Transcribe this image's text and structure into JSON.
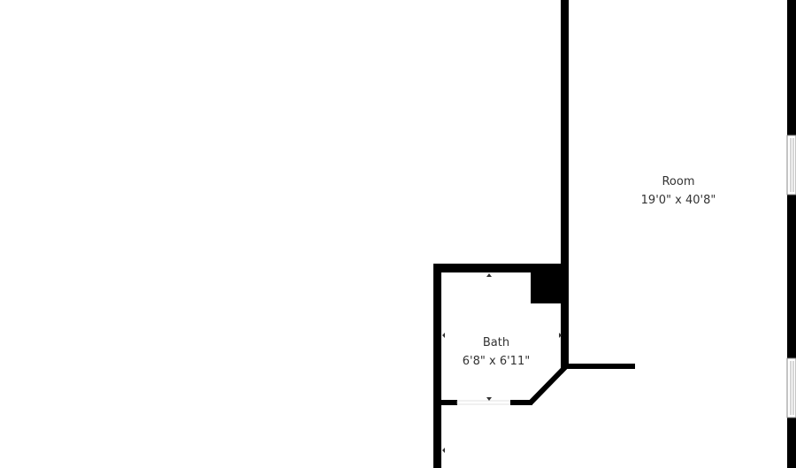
{
  "rooms": [
    {
      "name": "Room",
      "dimensions": "19'0\" x 40'8\""
    },
    {
      "name": "Bath",
      "dimensions": "6'8\" x 6'11\""
    }
  ],
  "colors": {
    "wall": "#000000",
    "background": "#ffffff",
    "label": "#333333"
  }
}
